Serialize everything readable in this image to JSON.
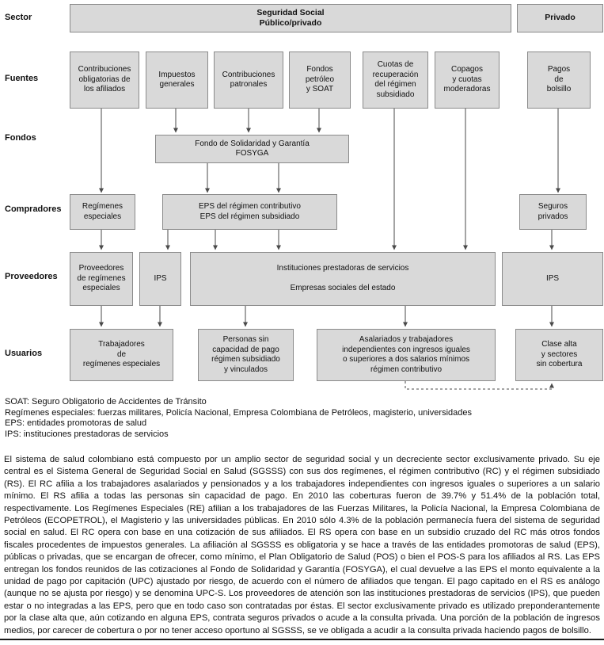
{
  "colors": {
    "box_fill": "#d9d9d9",
    "box_border": "#8a8a8a",
    "arrow": "#4a4a4a",
    "text": "#111111"
  },
  "rows": {
    "sector": "Sector",
    "fuentes": "Fuentes",
    "fondos": "Fondos",
    "compradores": "Compradores",
    "proveedores": "Proveedores",
    "usuarios": "Usuarios"
  },
  "sector": {
    "seguridad_social": "Seguridad Social\nPúblico/privado",
    "privado": "Privado"
  },
  "fuentes": {
    "contribuciones_afiliados": "Contribuciones\nobligatorias de\nlos afiliados",
    "impuestos_generales": "Impuestos\ngenerales",
    "contribuciones_patronales": "Contribuciones\npatronales",
    "fondos_petroleo_soat": "Fondos petróleo\ny SOAT",
    "cuotas_recuperacion": "Cuotas de\nrecuperación\ndel régimen\nsubsidiado",
    "copagos": "Copagos\ny cuotas\nmoderadoras",
    "pagos_bolsillo": "Pagos\nde\nbolsillo"
  },
  "fondos": {
    "fosyga": "Fondo de Solidaridad y Garantía\nFOSYGA"
  },
  "compradores": {
    "regimenes_especiales": "Regímenes\nespeciales",
    "eps": "EPS del régimen contributivo\nEPS del régimen subsidiado",
    "seguros_privados": "Seguros\nprivados"
  },
  "proveedores": {
    "proveedores_re": "Proveedores\nde regímenes\nespeciales",
    "ips_izq": "IPS",
    "instituciones": "Instituciones prestadoras de servicios\n\nEmpresas sociales del estado",
    "ips_der": "IPS"
  },
  "usuarios": {
    "trabajadores_re": "Trabajadores\nde\nregímenes especiales",
    "personas_sin_pago": "Personas sin\ncapacidad de pago\nrégimen subsidiado\ny vinculados",
    "asalariados": "Asalariados y trabajadores\nindependientes con ingresos iguales\no superiores a dos salarios mínimos\nrégimen contributivo",
    "clase_alta": "Clase alta\ny sectores\nsin cobertura"
  },
  "footnotes": [
    "SOAT: Seguro Obligatorio de Accidentes de Tránsito",
    "Regímenes especiales: fuerzas militares, Policía Nacional, Empresa Colombiana de Petróleos, magisterio, universidades",
    "EPS: entidades promotoras de salud",
    "IPS: instituciones prestadoras de servicios"
  ],
  "paragraph": "El sistema de salud colombiano está compuesto por un amplio sector de seguridad social y un decreciente sector exclusivamente privado. Su eje central es el Sistema General de Seguridad Social en Salud (SGSSS) con sus dos regímenes, el régimen contributivo (RC) y el régimen subsidiado (RS). El RC afilia a los trabajadores asalariados y pensionados y a los trabajadores independientes con ingresos iguales o superiores a un salario mínimo. El RS afilia a todas las personas sin capacidad de pago. En 2010 las coberturas fueron de 39.7% y 51.4% de la población total, respectivamente. Los Regímenes Especiales (RE) afilian a los trabajadores de las Fuerzas Militares, la Policía Nacional, la Empresa Colombiana de Petróleos (ECOPETROL), el Magisterio y las universidades públicas. En 2010 sólo 4.3% de la población permanecía fuera del sistema de seguridad social en salud. El RC opera con base en una cotización de sus afiliados. El RS opera con base en un subsidio cruzado del RC más otros fondos fiscales procedentes de impuestos generales. La afiliación al SGSSS es obligatoria y se hace a través de las entidades promotoras de salud (EPS), públicas o privadas, que se encargan de ofrecer, como mínimo, el Plan Obligatorio de Salud (POS) o bien el POS-S para los afiliados al RS. Las EPS entregan los fondos reunidos de las cotizaciones al Fondo de Solidaridad y Garantía (FOSYGA), el cual devuelve a las EPS el monto equivalente a la unidad de pago por capitación (UPC) ajustado por riesgo, de acuerdo con el número de afiliados que tengan. El pago capitado en el RS es análogo (aunque no se ajusta por riesgo) y se denomina UPC-S. Los proveedores de atención son las instituciones prestadoras de servicios (IPS), que pueden estar o no integradas a las EPS, pero que en todo caso son contratadas por éstas. El sector exclusivamente privado es utilizado preponderantemente por la clase alta que, aún cotizando en alguna EPS, contrata seguros privados o acude a la consulta privada. Una porción de la población de ingresos medios, por carecer de cobertura o por no tener acceso oportuno al SGSSS, se ve obligada a acudir a la consulta privada haciendo pagos de bolsillo."
}
